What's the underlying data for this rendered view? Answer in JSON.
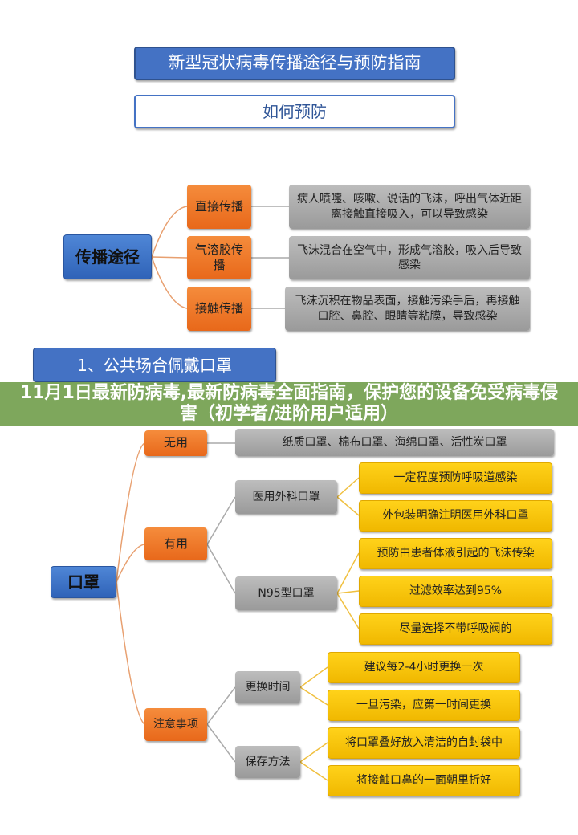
{
  "title": "新型冠状病毒传播途径与预防指南",
  "subtitle": "如何预防",
  "transmission": {
    "root": "传播途径",
    "routes": [
      {
        "name": "直接传播",
        "desc": "病人喷嚏、咳嗽、说话的飞沫，呼出气体近距离接触直接吸入，可以导致感染"
      },
      {
        "name": "气溶胶传播",
        "desc": "飞沫混合在空气中，形成气溶胶，吸入后导致感染"
      },
      {
        "name": "接触传播",
        "desc": "飞沫沉积在物品表面，接触污染手后，再接触口腔、鼻腔、眼睛等粘膜，导致感染"
      }
    ]
  },
  "section1": "1、公共场合佩戴口罩",
  "mask": {
    "root": "口罩",
    "useless": {
      "name": "无用",
      "desc": "纸质口罩、棉布口罩、海绵口罩、活性炭口罩"
    },
    "useful": {
      "name": "有用",
      "surgical": {
        "name": "医用外科口罩",
        "items": [
          "一定程度预防呼吸道感染",
          "外包装明确注明医用外科口罩"
        ]
      },
      "n95": {
        "name": "N95型口罩",
        "items": [
          "预防由患者体液引起的飞沫传染",
          "过滤效率达到95%",
          "尽量选择不带呼吸阀的"
        ]
      }
    },
    "notes": {
      "name": "注意事项",
      "replace": {
        "name": "更换时间",
        "items": [
          "建议每2-4小时更换一次",
          "一旦污染，应第一时间更换"
        ]
      },
      "store": {
        "name": "保存方法",
        "items": [
          "将口罩叠好放入清洁的自封袋中",
          "将接触口鼻的一面朝里折好"
        ]
      }
    }
  },
  "banner": "11月1日最新防病毒,最新防病毒全面指南，保护您的设备免受病毒侵害（初学者/进阶用户适用）"
}
